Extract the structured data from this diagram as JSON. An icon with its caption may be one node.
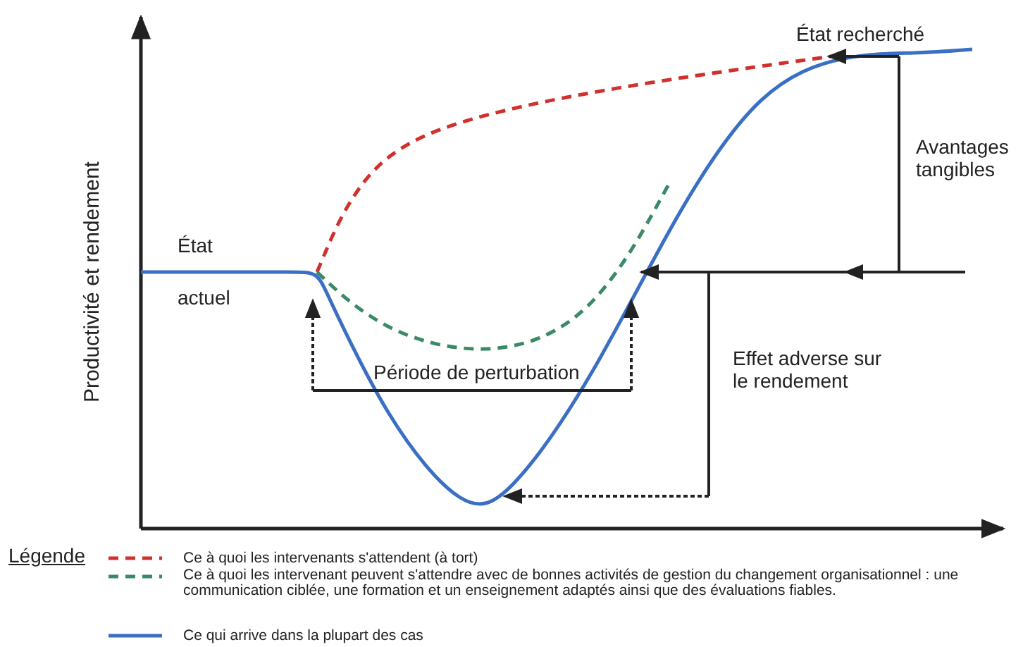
{
  "diagram": {
    "labels": [
      "Productivité et rendement",
      "État",
      "actuel",
      "État recherché",
      "Avantages tangibles",
      "Période de perturbation",
      "Effet adverse sur le rendement",
      "Légende"
    ],
    "legend": [
      {
        "text": "Ce à quoi les intervenants s'attendent (à tort)"
      },
      {
        "text": "Ce à quoi les intervenant peuvent s'attendre avec de bonnes activités de gestion du changement organisationnel : une communication ciblée, une formation et un enseignement adaptés ainsi que des évaluations fiables."
      },
      {
        "text": "Ce qui arrive dans la plupart des cas"
      }
    ]
  }
}
